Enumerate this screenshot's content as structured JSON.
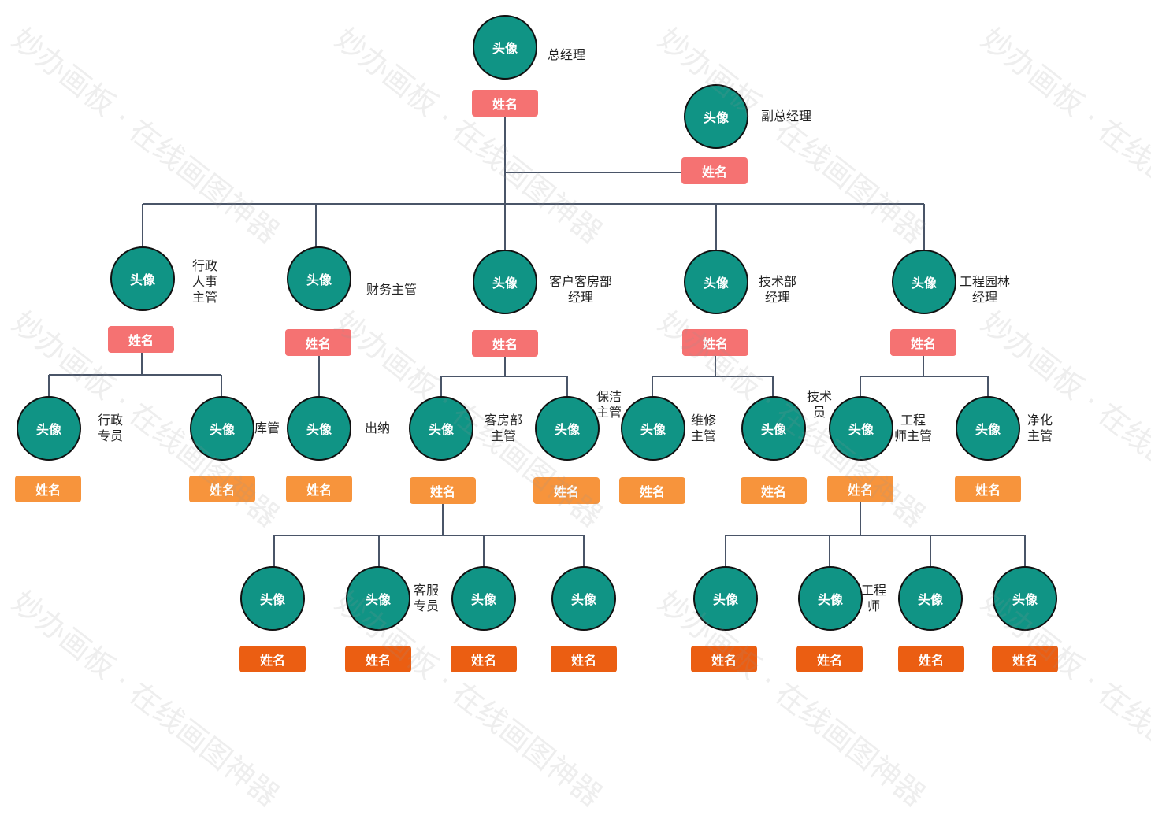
{
  "colors": {
    "avatar": "#109485",
    "level1_name": "#f57272",
    "level2_name": "#f57272",
    "level3_name": "#f7943c",
    "level4_name": "#eb5e12",
    "line": "#4a5568"
  },
  "watermark": "妙办画板 · 在线画图神器",
  "avatar_text": "头像",
  "name_text": "姓名",
  "nodes": [
    {
      "title": "总经理",
      "level": 1
    },
    {
      "title": "副总经理",
      "level": 1
    },
    {
      "title": "行政\n人事\n主管",
      "level": 2
    },
    {
      "title": "财务主管",
      "level": 2
    },
    {
      "title": "客户客房部\n经理",
      "level": 2
    },
    {
      "title": "技术部\n经理",
      "level": 2
    },
    {
      "title": "工程园林\n经理",
      "level": 2
    },
    {
      "title": "行政\n专员",
      "level": 3
    },
    {
      "title": "库管",
      "level": 3
    },
    {
      "title": "出纳",
      "level": 3
    },
    {
      "title": "客房部\n主管",
      "level": 3
    },
    {
      "title": "保洁\n主管",
      "level": 3
    },
    {
      "title": "维修\n主管",
      "level": 3
    },
    {
      "title": "技术\n员",
      "level": 3
    },
    {
      "title": "工程\n师主管",
      "level": 3
    },
    {
      "title": "净化\n主管",
      "level": 3
    },
    {
      "title": "",
      "level": 4
    },
    {
      "title": "客服\n专员",
      "level": 4
    },
    {
      "title": "",
      "level": 4
    },
    {
      "title": "",
      "level": 4
    },
    {
      "title": "",
      "level": 4
    },
    {
      "title": "工程\n师",
      "level": 4
    },
    {
      "title": "",
      "level": 4
    },
    {
      "title": "",
      "level": 4
    }
  ]
}
